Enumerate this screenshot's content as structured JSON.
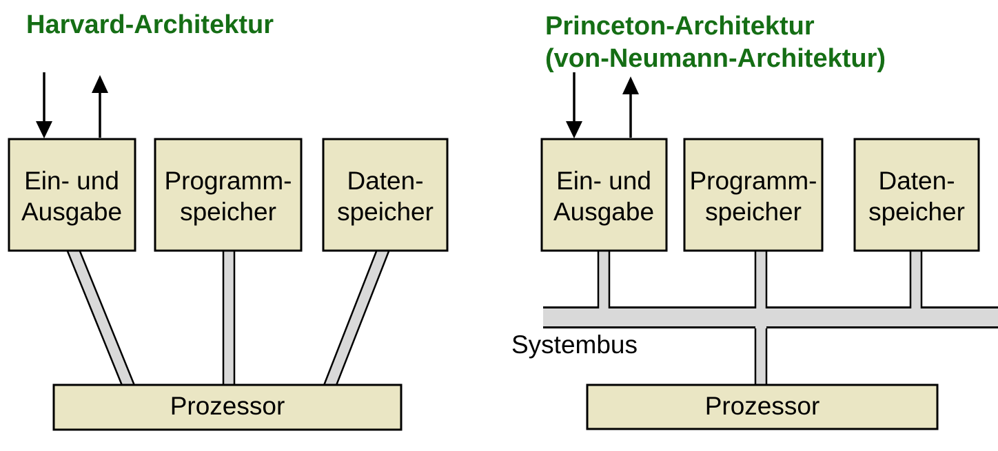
{
  "colors": {
    "title_green": "#156e15",
    "box_fill": "#eae6c4",
    "connector_gray": "#d9d9d9",
    "line_black": "#000000"
  },
  "harvard": {
    "title": "Harvard-Architektur",
    "io": {
      "line1": "Ein- und",
      "line2": "Ausgabe"
    },
    "program": {
      "line1": "Programm-",
      "line2": "speicher"
    },
    "data": {
      "line1": "Daten-",
      "line2": "speicher"
    },
    "processor": "Prozessor"
  },
  "princeton": {
    "title_line1": "Princeton-Architektur",
    "title_line2": "(von-Neumann-Architektur)",
    "io": {
      "line1": "Ein- und",
      "line2": "Ausgabe"
    },
    "program": {
      "line1": "Programm-",
      "line2": "speicher"
    },
    "data": {
      "line1": "Daten-",
      "line2": "speicher"
    },
    "bus_label": "Systembus",
    "processor": "Prozessor"
  }
}
